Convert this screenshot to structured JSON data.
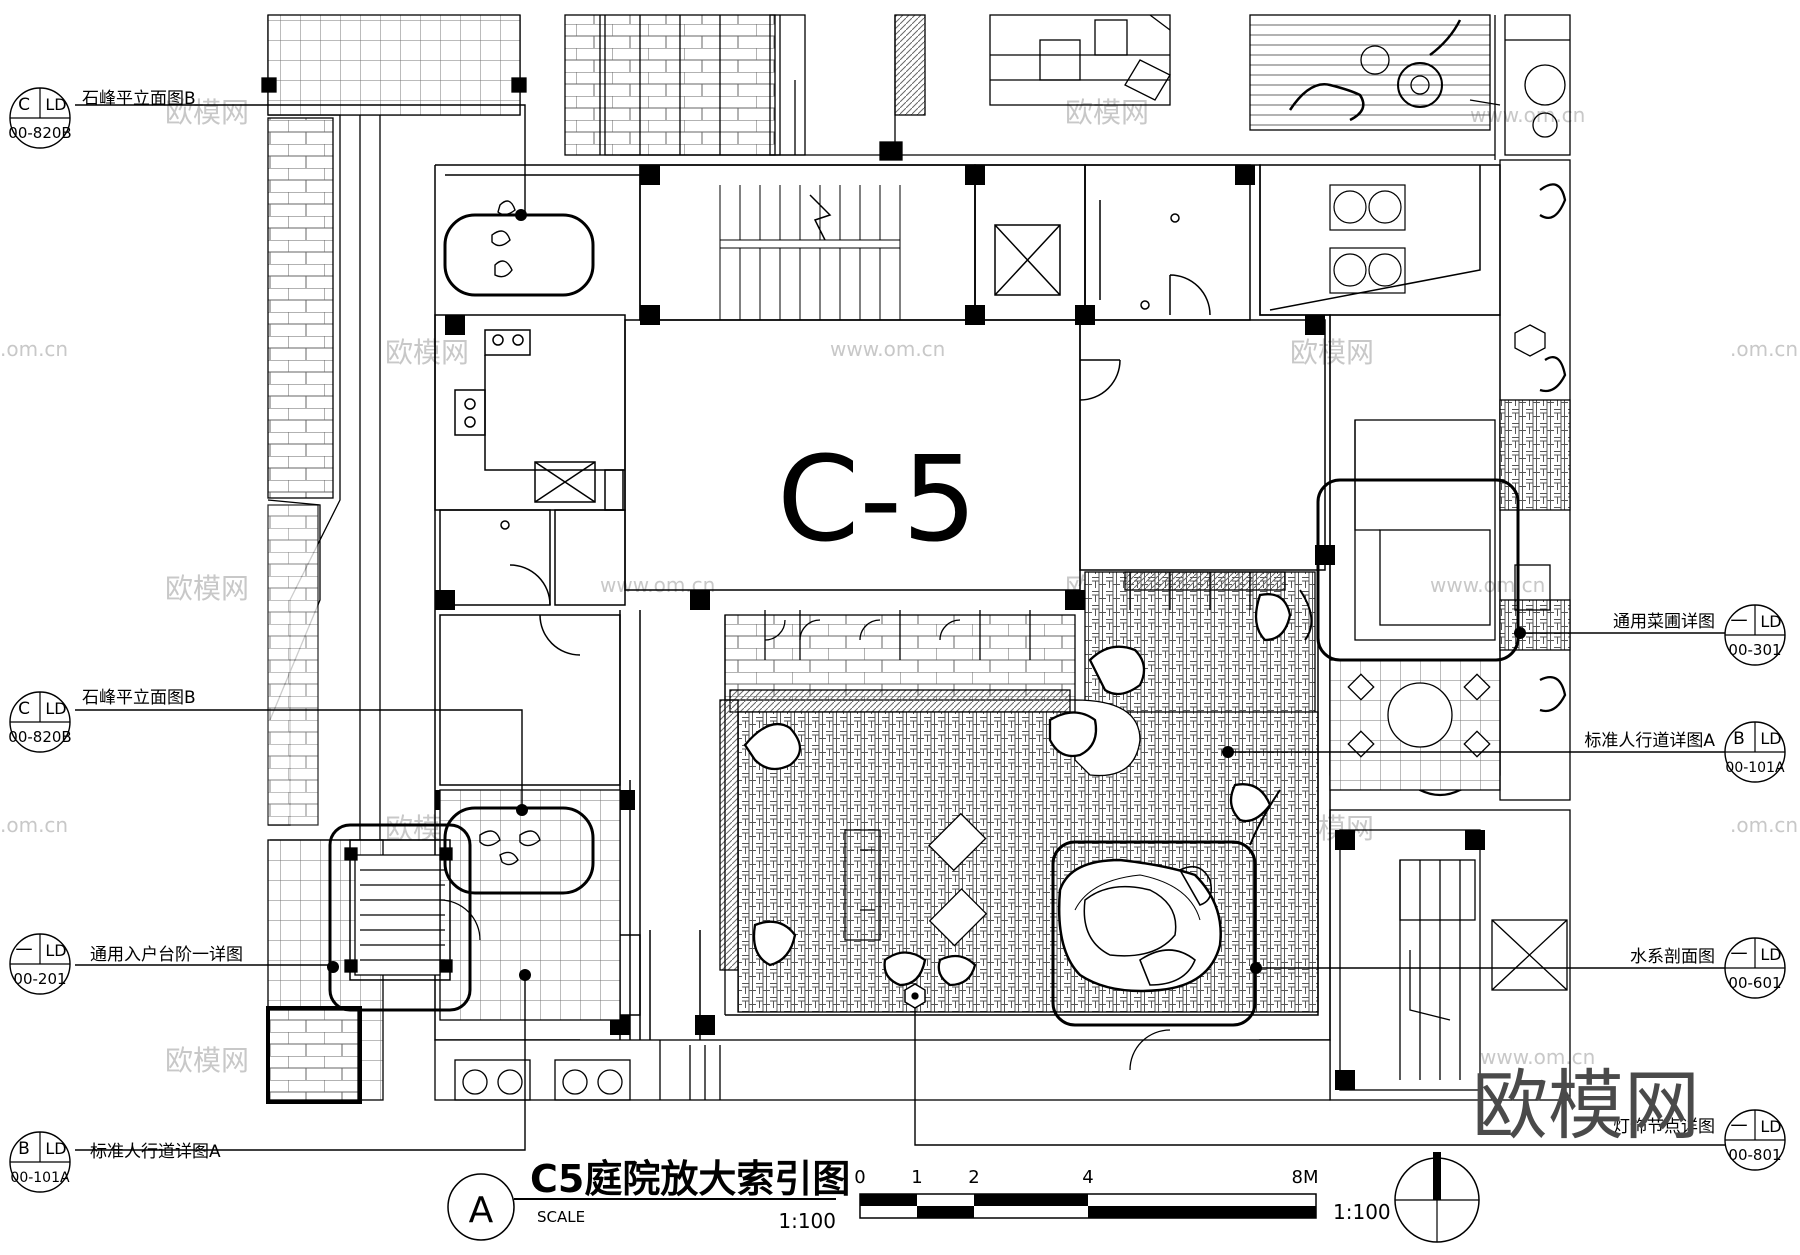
{
  "sheet": {
    "title": "C5庭院放大索引图",
    "scale_label": "SCALE",
    "scale_value": "1:100",
    "drawing_tag": "A",
    "block_label": "C-5"
  },
  "scale_bar": {
    "ticks": [
      "0",
      "1",
      "2",
      "4",
      "8M"
    ],
    "ratio": "1:100"
  },
  "watermark": {
    "brand": "欧模网",
    "small": "欧模网",
    "url": "www.om.cn",
    "url_edge": ".om.cn"
  },
  "callouts": [
    {
      "id": "c1",
      "top": "C",
      "right": "LD",
      "sheet": "00-820B",
      "label": "石峰平立面图B",
      "side": "left"
    },
    {
      "id": "c2",
      "top": "C",
      "right": "LD",
      "sheet": "00-820B",
      "label": "石峰平立面图B",
      "side": "left"
    },
    {
      "id": "c3",
      "top": "一",
      "right": "LD",
      "sheet": "00-201",
      "label": "通用入户台阶一详图",
      "side": "left"
    },
    {
      "id": "c4",
      "top": "B",
      "right": "LD",
      "sheet": "00-101A",
      "label": "标准人行道详图A",
      "side": "left"
    },
    {
      "id": "c5",
      "top": "一",
      "right": "LD",
      "sheet": "00-301",
      "label": "通用菜圃详图",
      "side": "right"
    },
    {
      "id": "c6",
      "top": "B",
      "right": "LD",
      "sheet": "00-101A",
      "label": "标准人行道详图A",
      "side": "right"
    },
    {
      "id": "c7",
      "top": "一",
      "right": "LD",
      "sheet": "00-601",
      "label": "水系剖面图",
      "side": "right"
    },
    {
      "id": "c8",
      "top": "一",
      "right": "LD",
      "sheet": "00-801",
      "label": "灯饰节点详图",
      "side": "right"
    }
  ]
}
